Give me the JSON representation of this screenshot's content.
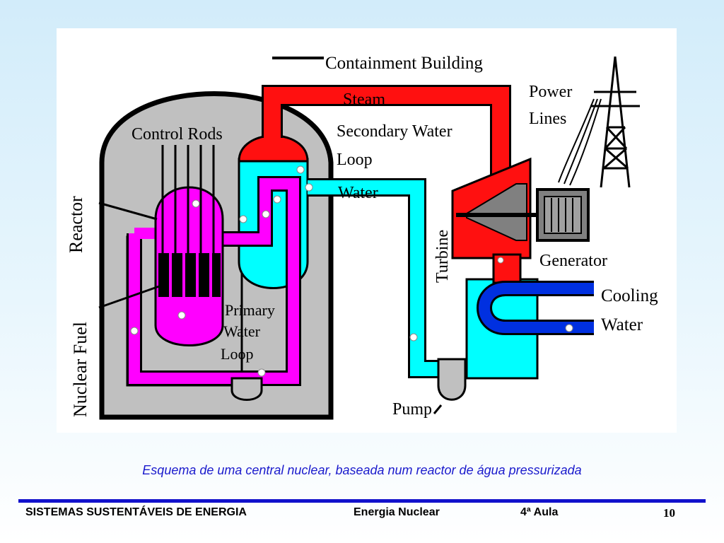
{
  "diagram": {
    "labels": {
      "containment": "Containment Building",
      "steam": "Steam",
      "secondary_water": "Secondary Water",
      "loop": "Loop",
      "water": "Water",
      "power": "Power",
      "lines": "Lines",
      "control_rods": "Control Rods",
      "reactor": "Reactor",
      "turbine": "Turbine",
      "generator": "Generator",
      "cooling": "Cooling",
      "cooling_water": "Water",
      "nuclear_fuel": "Nuclear Fuel",
      "primary": "Primary",
      "primary_water": "Water",
      "primary_loop": "Loop",
      "pump": "Pump"
    },
    "colors": {
      "containment_fill": "#c0c0c0",
      "primary_loop": "#ff00ff",
      "secondary_water": "#00ffff",
      "steam": "#ff1010",
      "cooling_water": "#0030e0",
      "fuel": "#000000"
    }
  },
  "caption": "Esquema de uma central nuclear, baseada num reactor de água pressurizada",
  "footer": {
    "course": "SISTEMAS SUSTENTÁVEIS DE ENERGIA",
    "topic": "Energia Nuclear",
    "lesson": "4ª Aula",
    "page": "10"
  }
}
